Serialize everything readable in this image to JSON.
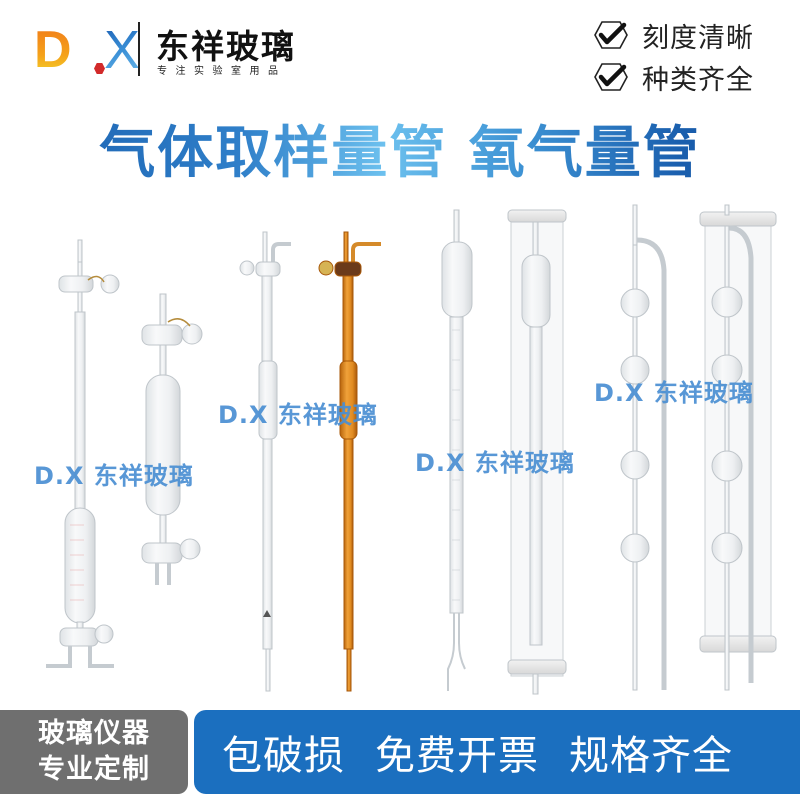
{
  "header": {
    "logo": {
      "letter_d": "D",
      "letter_x": "X"
    },
    "brand_name": "东祥玻璃",
    "brand_slogan": "专注实验室用品",
    "features": [
      {
        "icon": "hexagon-check-icon",
        "label": "刻度清晰"
      },
      {
        "icon": "hexagon-check-icon",
        "label": "种类齐全"
      }
    ]
  },
  "title": "气体取样量管 氧气量管",
  "products": {
    "watermark": "D.X 东祥玻璃",
    "items": [
      {
        "name": "gas-sampling-tube-stopcock-clear",
        "color": "clear"
      },
      {
        "name": "gas-sampling-bulb-double-stopcock",
        "color": "clear"
      },
      {
        "name": "gas-burette-three-way-clear",
        "color": "clear"
      },
      {
        "name": "gas-burette-three-way-amber",
        "color": "amber"
      },
      {
        "name": "oxygen-burette-graduated",
        "color": "clear"
      },
      {
        "name": "oxygen-burette-jacketed",
        "color": "clear"
      },
      {
        "name": "gas-absorption-bulb-pipette",
        "color": "clear"
      },
      {
        "name": "gas-absorption-bulb-pipette-jacketed",
        "color": "clear"
      }
    ]
  },
  "footer": {
    "custom_lines": [
      "玻璃仪器",
      "专业定制"
    ],
    "services": [
      "包破损",
      "免费开票",
      "规格齐全"
    ]
  },
  "colors": {
    "brand_blue": "#1b6fbf",
    "title_blue": "#1a5fae",
    "watermark_blue": "#4a8fd3",
    "gray_box": "#6f6f6f",
    "amber_glass": "#d9861c"
  }
}
